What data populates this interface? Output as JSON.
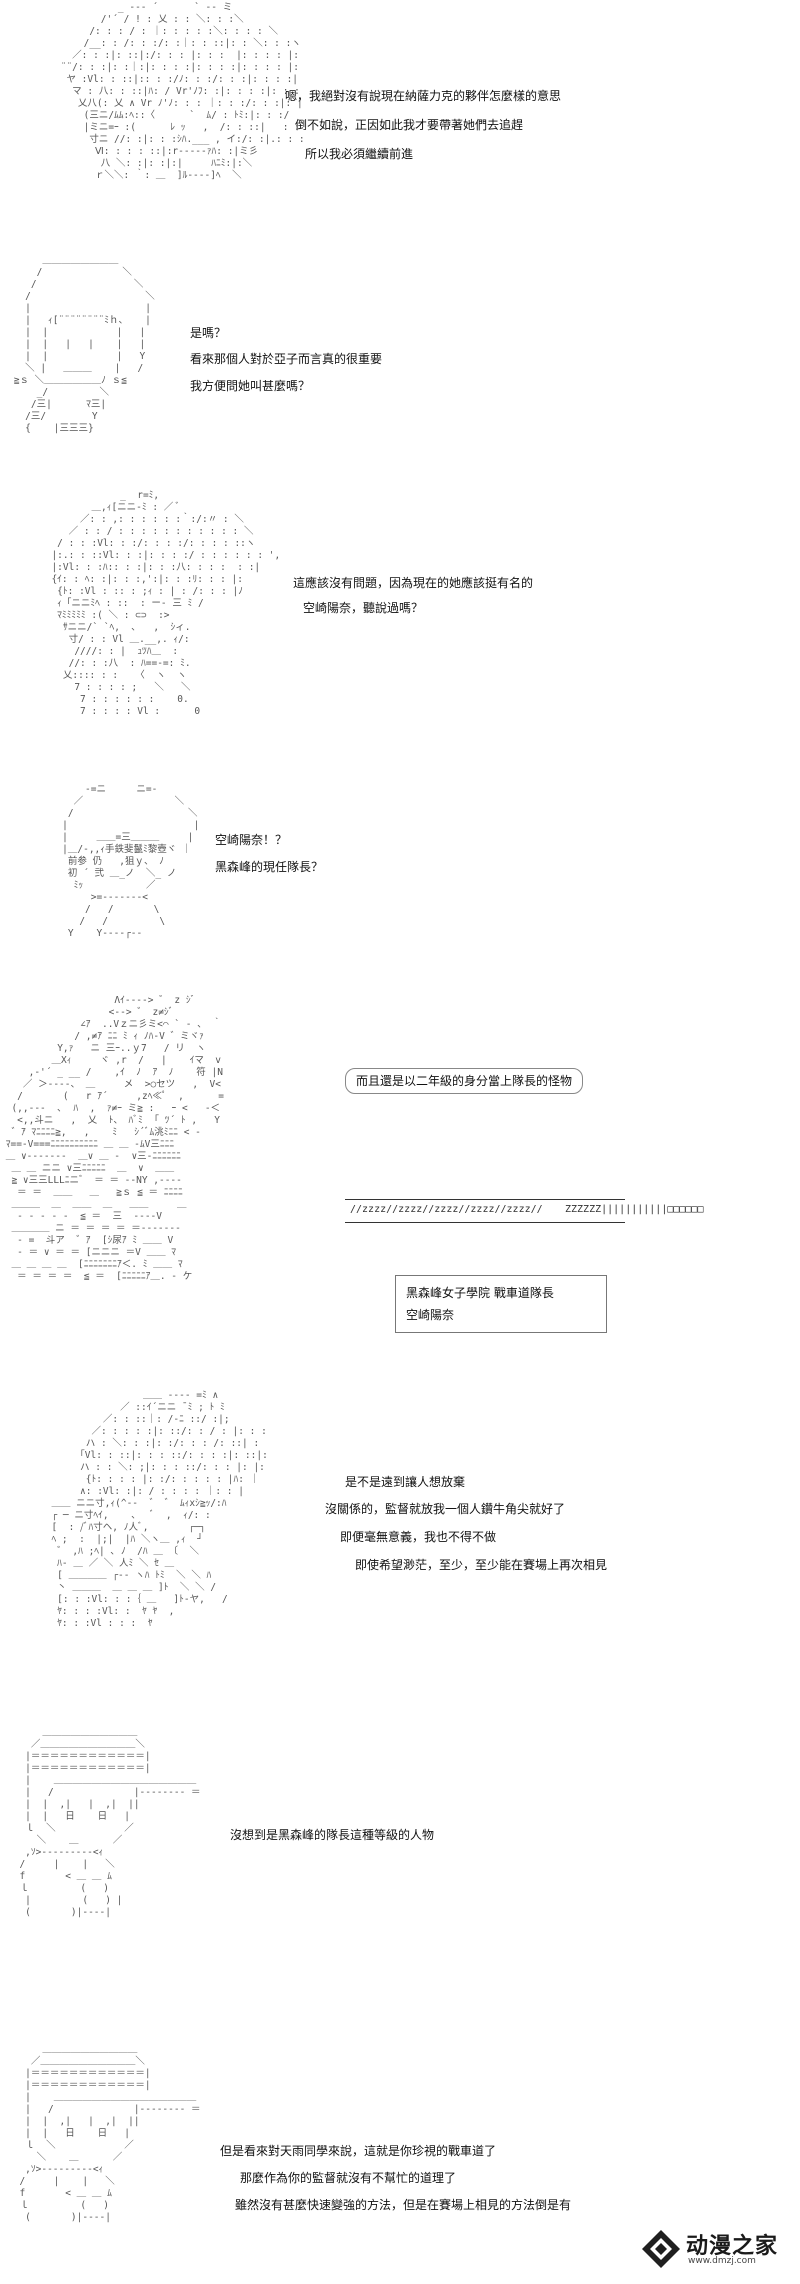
{
  "panels": [
    {
      "lines": [
        "嗯，我絕對沒有說現在納薩力克的夥伴怎麼樣的意思",
        "倒不如說，正因如此我才要帶著她們去追趕",
        "所以我必須繼續前進"
      ]
    },
    {
      "lines": [
        "是嗎？",
        "看來那個人對於亞子而言真的很重要",
        "我方便問她叫甚麼嗎？"
      ]
    },
    {
      "lines": [
        "這應該沒有問題，因為現在的她應該挺有名的",
        "空崎陽奈，聽說過嗎？"
      ]
    },
    {
      "lines": [
        "空崎陽奈！？",
        "黑森峰的現任隊長？"
      ]
    },
    {
      "bubble": "而且還是以二年級的身分當上隊長的怪物",
      "beam_segments": [
        "//zzzz//zzzz//zzzz//zzzz//zzzz//",
        "ZZZZZZ|||||||||||□□□□□□"
      ],
      "caption": {
        "line1": "黑森峰女子學院 戰車道隊長",
        "line2": "空崎陽奈"
      }
    },
    {
      "lines": [
        "是不是遠到讓人想放棄",
        "沒關係的，監督就放我一個人鑽牛角尖就好了",
        "即便毫無意義，我也不得不做",
        "即使希望渺茫，至少，至少能在賽場上再次相見"
      ]
    },
    {
      "lines": [
        "沒想到是黑森峰的隊長這種等級的人物"
      ]
    },
    {
      "lines": [
        "但是看來對天雨同學來說，這就是你珍視的戰車道了",
        "那麼作為你的監督就沒有不幫忙的道理了",
        "雖然沒有甚麼快速變強的方法，但是在賽場上相見的方法倒是有"
      ]
    }
  ],
  "watermark": {
    "brand": "动漫之家",
    "url": "www.dmzj.com"
  }
}
